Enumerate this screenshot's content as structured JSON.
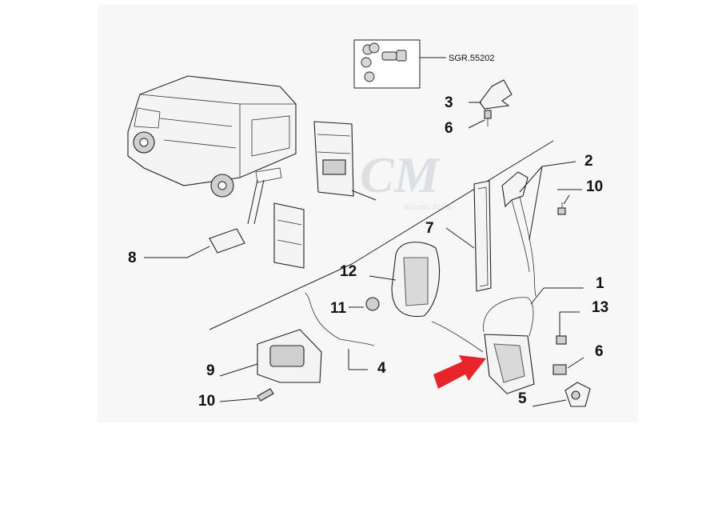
{
  "diagram": {
    "reference": "SGR.55202",
    "watermark": {
      "text": "CM",
      "subtext": "Ricambi Palma"
    },
    "colors": {
      "background": "#ffffff",
      "panel": "#f7f7f7",
      "arrow": "#e8242b",
      "ink": "#222222"
    },
    "callouts": [
      "1",
      "2",
      "3",
      "4",
      "5",
      "6",
      "6",
      "7",
      "8",
      "9",
      "10",
      "10",
      "11",
      "12",
      "13"
    ]
  }
}
